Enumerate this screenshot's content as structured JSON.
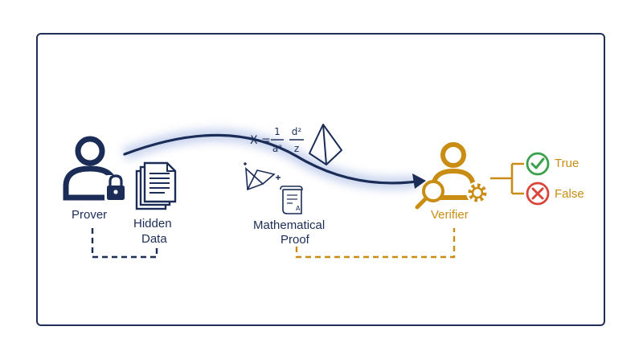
{
  "colors": {
    "navy": "#1b2d57",
    "gold": "#c98d14",
    "green": "#3aa14a",
    "red": "#d9453a",
    "frame": "#1f2f55"
  },
  "prover": {
    "label": "Prover",
    "icon": "user-lock-icon"
  },
  "hidden_data": {
    "label_line1": "Hidden",
    "label_line2": "Data",
    "icon": "documents-icon"
  },
  "proof": {
    "label_line1": "Mathematical",
    "label_line2": "Proof",
    "formula": {
      "lhs": "X =",
      "frac1_num": "1",
      "frac1_den": "a²",
      "frac2_num": "d²",
      "frac2_den": "z"
    },
    "scroll_letter": "A",
    "icons": [
      "pyramid-icon",
      "triangle-sketch-icon",
      "scroll-icon"
    ]
  },
  "verifier": {
    "label": "Verifier",
    "icon": "user-magnifier-gear-icon"
  },
  "outcomes": [
    {
      "label": "True",
      "icon": "check-circle-icon",
      "color": "#3aa14a"
    },
    {
      "label": "False",
      "icon": "x-circle-icon",
      "color": "#d9453a"
    }
  ]
}
